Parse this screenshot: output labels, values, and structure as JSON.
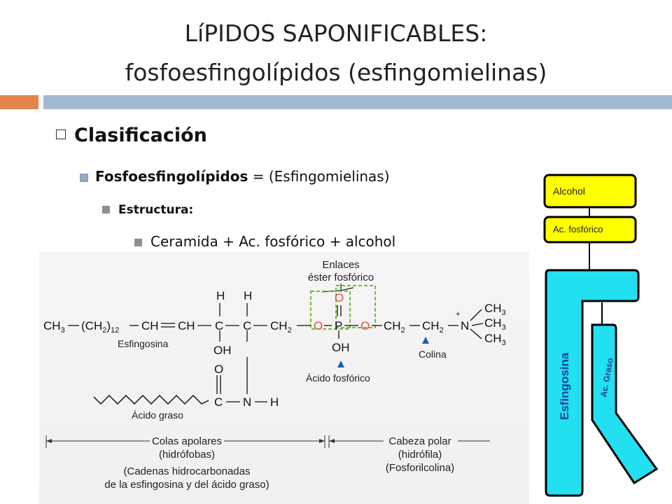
{
  "title": {
    "line1": "LíPIDOS SAPONIFICABLES:",
    "line2": "fosfoesfingolípidos (esfingomielinas)"
  },
  "outline": {
    "level1": "Clasificación",
    "level2_bold": "Fosfoesfingolípidos",
    "level2_rest": " = (Esfingomielinas)",
    "level3": "Estructura:",
    "level4": "Ceramida + Ac. fosfórico + alcohol"
  },
  "diagram": {
    "enlaces_line1": "Enlaces",
    "enlaces_line2": "éster fosfórico",
    "main_chain": {
      "ch3": "CH",
      "ch2_12": "(CH",
      "ch": "CH",
      "c": "C",
      "ch2": "CH",
      "o": "O",
      "p": "P",
      "n": "N",
      "h": "H",
      "oh": "OH"
    },
    "esfingosina": "Esfingosina",
    "colina": "Colina",
    "acido_fosforico": "Ácido fosfórico",
    "acido_graso": "Ácido graso",
    "colas_line1": "Colas apolares",
    "colas_line2": "(hidrófobas)",
    "colas_line3": "(Cadenas hidrocarbonadas",
    "colas_line4": "de la esfingosina y del ácido graso)",
    "cabeza_line1": "Cabeza polar",
    "cabeza_line2": "(hidrófila)",
    "cabeza_line3": "(Fosforilcolina)"
  },
  "schematic": {
    "alcohol": "Alcohol",
    "ac_fosforico": "Ac. fosfórico",
    "esfingosina": "Esfingosina",
    "ac_graso": "Ac. Graso",
    "colors": {
      "yellow": "#ffff00",
      "cyan": "#22e0f0"
    }
  },
  "colors": {
    "accent_orange": "#e1844d",
    "accent_blue": "#a4b8d0",
    "green_box": "#6fbf3a",
    "oxygen_red": "#e0513a",
    "arrow_blue": "#1f5fb0"
  }
}
